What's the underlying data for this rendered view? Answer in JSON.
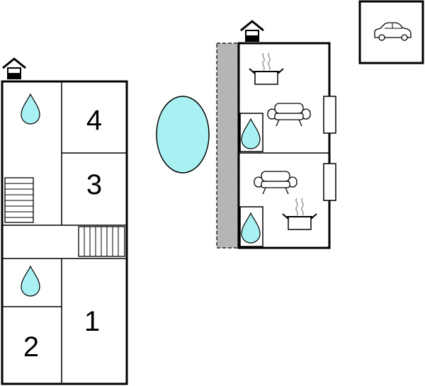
{
  "rooms": {
    "room_4": "4",
    "room_3": "3",
    "room_2": "2",
    "room_1": "1"
  },
  "icons": [
    "entrance-house-icon",
    "water-drop-icon",
    "staircase-icon",
    "pool-icon",
    "kitchen-pot-icon",
    "sofa-icon",
    "car-icon",
    "terrace-wall"
  ],
  "colors": {
    "water": "#a8f0f2",
    "wall": "#000000",
    "terrace": "#b5b5b5"
  }
}
